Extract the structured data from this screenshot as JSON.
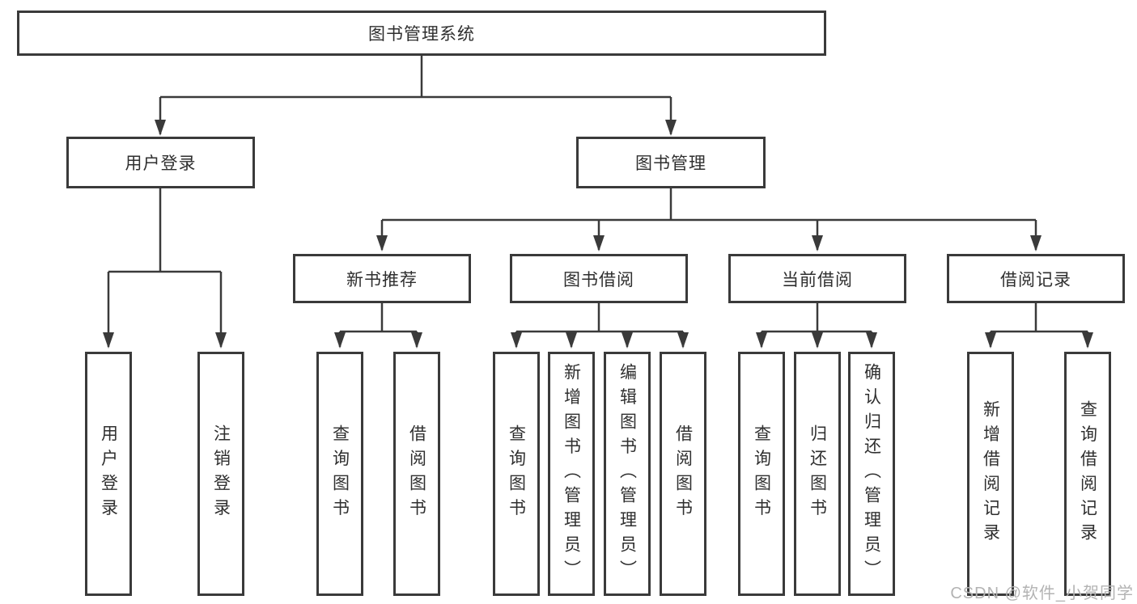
{
  "diagram": {
    "root": {
      "label": "图书管理系统"
    },
    "branches": [
      {
        "label": "用户登录"
      },
      {
        "label": "图书管理"
      }
    ],
    "modules": [
      {
        "label": "新书推荐"
      },
      {
        "label": "图书借阅"
      },
      {
        "label": "当前借阅"
      },
      {
        "label": "借阅记录"
      }
    ],
    "leaves": {
      "user_login": [
        "用户登录",
        "注销登录"
      ],
      "new_book_recommend": [
        "查询图书",
        "借阅图书"
      ],
      "book_borrow": [
        "查询图书",
        "新增图书（管理员）",
        "编辑图书（管理员）",
        "借阅图书"
      ],
      "current_borrow": [
        "查询图书",
        "归还图书",
        "确认归还（管理员）"
      ],
      "borrow_records": [
        "新增借阅记录",
        "查询借阅记录"
      ]
    }
  },
  "watermark": "CSDN @软件_小贺同学",
  "colors": {
    "line": "#3a3a3a",
    "box_border": "#3a3a3a",
    "text": "#2f2f2f",
    "watermark": "#b3b3b3",
    "background": "#ffffff"
  }
}
